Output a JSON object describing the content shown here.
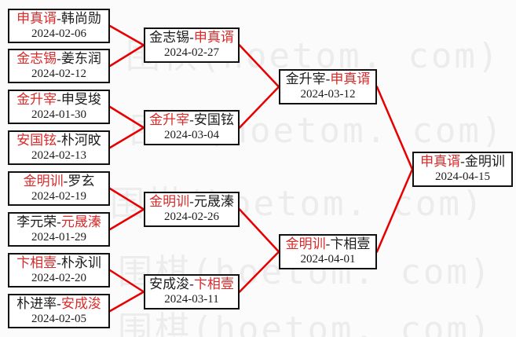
{
  "watermark": {
    "text": "围棋(hoetom. com)"
  },
  "colors": {
    "background": "#fbfbfb",
    "box_border": "#111111",
    "winner_red": "#d92b2b",
    "line_red": "#e80000",
    "text_black": "#1c1c1c",
    "watermark_gray": "#ececec"
  },
  "bracket": {
    "rounds": [
      {
        "name": "round1",
        "matches": [
          {
            "p1": "申真谞",
            "p2": "韩尚勋",
            "winner": "p1",
            "date": "2024-02-06"
          },
          {
            "p1": "金志锡",
            "p2": "姜东润",
            "winner": "p1",
            "date": "2024-02-12"
          },
          {
            "p1": "金升宰",
            "p2": "申旻埈",
            "winner": "p1",
            "date": "2024-01-30"
          },
          {
            "p1": "安国铉",
            "p2": "朴河旼",
            "winner": "p1",
            "date": "2024-02-13"
          },
          {
            "p1": "金明训",
            "p2": "罗玄",
            "winner": "p1",
            "date": "2024-02-19"
          },
          {
            "p1": "李元荣",
            "p2": "元晟溱",
            "winner": "p2",
            "date": "2024-01-29"
          },
          {
            "p1": "卞相壹",
            "p2": "朴永训",
            "winner": "p1",
            "date": "2024-02-20"
          },
          {
            "p1": "朴进率",
            "p2": "安成浚",
            "winner": "p2",
            "date": "2024-02-05"
          }
        ]
      },
      {
        "name": "round2",
        "matches": [
          {
            "p1": "金志锡",
            "p2": "申真谞",
            "winner": "p2",
            "date": "2024-02-27"
          },
          {
            "p1": "金升宰",
            "p2": "安国铉",
            "winner": "p1",
            "date": "2024-03-04"
          },
          {
            "p1": "金明训",
            "p2": "元晟溱",
            "winner": "p1",
            "date": "2024-02-26"
          },
          {
            "p1": "安成浚",
            "p2": "卞相壹",
            "winner": "p2",
            "date": "2024-03-11"
          }
        ]
      },
      {
        "name": "semifinal",
        "matches": [
          {
            "p1": "金升宰",
            "p2": "申真谞",
            "winner": "p2",
            "date": "2024-03-12"
          },
          {
            "p1": "金明训",
            "p2": "卞相壹",
            "winner": "p1",
            "date": "2024-04-01"
          }
        ]
      },
      {
        "name": "final",
        "matches": [
          {
            "p1": "申真谞",
            "p2": "金明训",
            "winner": "p1",
            "date": "2024-04-15"
          }
        ]
      }
    ]
  }
}
